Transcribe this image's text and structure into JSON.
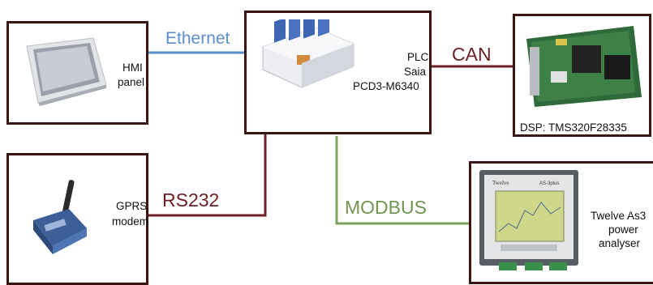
{
  "colors": {
    "box_border": "#3b1414",
    "ethernet": "#5b8fd0",
    "can": "#6b1f24",
    "rs232": "#6b1f24",
    "modbus": "#7ea35c"
  },
  "nodes": {
    "hmi": {
      "line1": "HMI",
      "line2": "panel",
      "icon": "touchscreen-panel-icon"
    },
    "plc": {
      "line1": "PLC",
      "line2": "Saia",
      "line3": "PCD3-M6340",
      "icon": "plc-module-icon"
    },
    "dsp": {
      "label": "DSP: TMS320F28335",
      "icon": "dsp-board-icon"
    },
    "gprs": {
      "line1": "GPRS",
      "line2": "modem",
      "icon": "gprs-modem-icon"
    },
    "analyser": {
      "line1": "Twelve As3",
      "line2": "power",
      "line3": "analyser",
      "icon": "power-analyser-icon"
    }
  },
  "links": {
    "ethernet": "Ethernet",
    "can": "CAN",
    "rs232": "RS232",
    "modbus": "MODBUS"
  }
}
